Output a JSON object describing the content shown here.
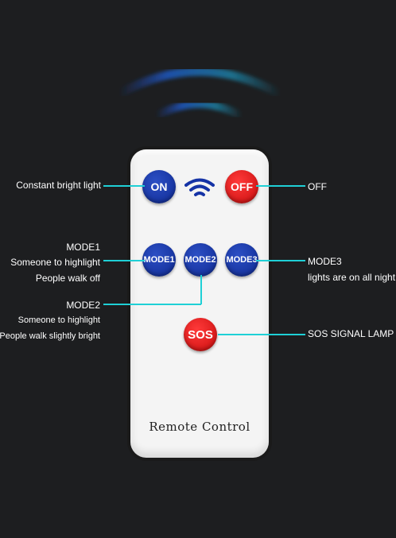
{
  "remote": {
    "buttons": {
      "on": "ON",
      "off": "OFF",
      "mode1": "MODE1",
      "mode2": "MODE2",
      "mode3": "MODE3",
      "sos": "SOS"
    },
    "brand": "Remote Control"
  },
  "annotations": {
    "on": "Constant bright light",
    "off": "OFF",
    "mode1": {
      "title": "MODE1",
      "line1": "Someone to highlight",
      "line2": "People walk off"
    },
    "mode2": {
      "title": "MODE2",
      "line1": "Someone to highlight",
      "line2": "People walk slightly bright"
    },
    "mode3": {
      "title": "MODE3",
      "line1": "lights are on all night"
    },
    "sos": "SOS SIGNAL LAMP"
  },
  "colors": {
    "background": "#1d1e20",
    "button_blue": "#1533a6",
    "button_red": "#e81515",
    "leader_line": "#1fd0d6",
    "signal_arcs": "#1e4fa8"
  },
  "icons": [
    "signal-waves-icon",
    "wifi-icon"
  ]
}
